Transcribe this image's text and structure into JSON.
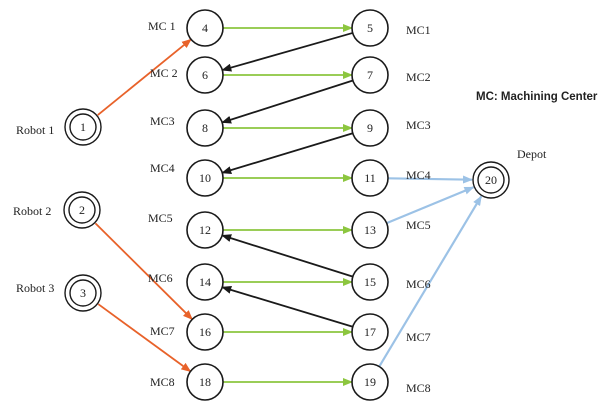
{
  "legend": "MC: Machining Center",
  "colors": {
    "robot_edge": "#e8622a",
    "process_edge": "#8cc63f",
    "transfer_edge": "#1a1a1a",
    "depot_edge": "#9cc2e6",
    "node_stroke": "#1a1a1a"
  },
  "nodes": {
    "r1": {
      "id": "1",
      "label": "Robot 1"
    },
    "r2": {
      "id": "2",
      "label": "Robot 2"
    },
    "r3": {
      "id": "3",
      "label": "Robot 3"
    },
    "depot": {
      "id": "20",
      "label": "Depot"
    },
    "n4": {
      "id": "4",
      "label": "MC 1"
    },
    "n5": {
      "id": "5",
      "label": "MC1"
    },
    "n6": {
      "id": "6",
      "label": "MC 2"
    },
    "n7": {
      "id": "7",
      "label": "MC2"
    },
    "n8": {
      "id": "8",
      "label": "MC3"
    },
    "n9": {
      "id": "9",
      "label": "MC3"
    },
    "n10": {
      "id": "10",
      "label": "MC4"
    },
    "n11": {
      "id": "11",
      "label": "MC4"
    },
    "n12": {
      "id": "12",
      "label": "MC5"
    },
    "n13": {
      "id": "13",
      "label": "MC5"
    },
    "n14": {
      "id": "14",
      "label": "MC6"
    },
    "n15": {
      "id": "15",
      "label": "MC6"
    },
    "n16": {
      "id": "16",
      "label": "MC7"
    },
    "n17": {
      "id": "17",
      "label": "MC7"
    },
    "n18": {
      "id": "18",
      "label": "MC8"
    },
    "n19": {
      "id": "19",
      "label": "MC8"
    }
  },
  "edges": [
    {
      "from": "1",
      "to": "4",
      "kind": "robot"
    },
    {
      "from": "2",
      "to": "16",
      "kind": "robot"
    },
    {
      "from": "3",
      "to": "18",
      "kind": "robot"
    },
    {
      "from": "4",
      "to": "5",
      "kind": "process"
    },
    {
      "from": "6",
      "to": "7",
      "kind": "process"
    },
    {
      "from": "8",
      "to": "9",
      "kind": "process"
    },
    {
      "from": "10",
      "to": "11",
      "kind": "process"
    },
    {
      "from": "12",
      "to": "13",
      "kind": "process"
    },
    {
      "from": "14",
      "to": "15",
      "kind": "process"
    },
    {
      "from": "16",
      "to": "17",
      "kind": "process"
    },
    {
      "from": "18",
      "to": "19",
      "kind": "process"
    },
    {
      "from": "5",
      "to": "6",
      "kind": "transfer"
    },
    {
      "from": "7",
      "to": "8",
      "kind": "transfer"
    },
    {
      "from": "9",
      "to": "10",
      "kind": "transfer"
    },
    {
      "from": "15",
      "to": "12",
      "kind": "transfer"
    },
    {
      "from": "17",
      "to": "14",
      "kind": "transfer"
    },
    {
      "from": "11",
      "to": "20",
      "kind": "depot"
    },
    {
      "from": "13",
      "to": "20",
      "kind": "depot"
    },
    {
      "from": "19",
      "to": "20",
      "kind": "depot"
    }
  ]
}
